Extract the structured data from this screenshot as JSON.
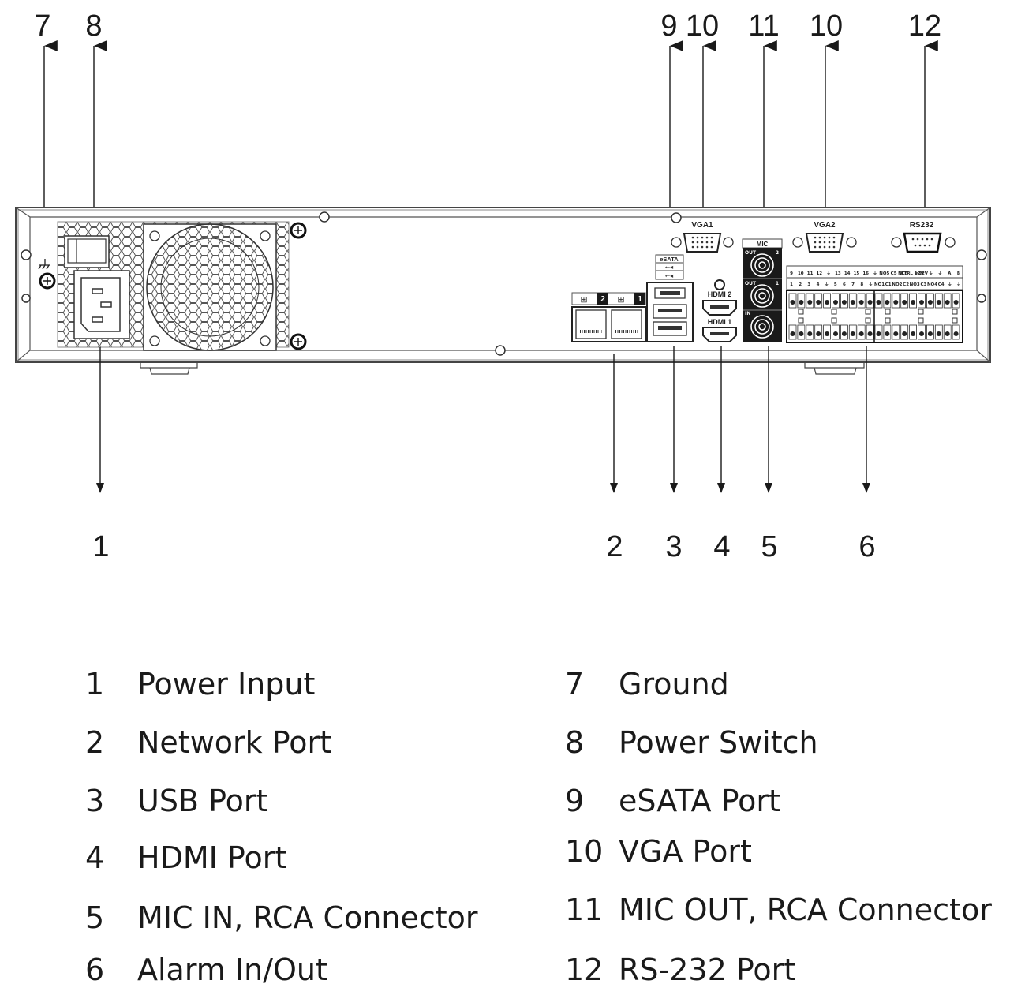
{
  "title": "NVR Rear Panel",
  "top_callouts": [
    "7",
    "8",
    "9",
    "10",
    "11",
    "10",
    "12"
  ],
  "bottom_callouts": [
    "1",
    "2",
    "3",
    "4",
    "5",
    "6"
  ],
  "panel_labels": {
    "vga1": "VGA1",
    "vga2": "VGA2",
    "rs232": "RS232",
    "mic": "MIC",
    "mic_out2": "OUT",
    "mic_out2_num": "2",
    "mic_out1": "OUT",
    "mic_out1_num": "1",
    "mic_in": "IN",
    "esata": "eSATA",
    "hdmi2": "HDMI 2",
    "hdmi1": "HDMI 1",
    "lan2": "2",
    "lan1": "1"
  },
  "alarm_terminal_labels": {
    "top_row": [
      "9",
      "10",
      "11",
      "12",
      "⏚",
      "13",
      "14",
      "15",
      "16",
      "⏚",
      "NO5",
      "C5",
      "NC5",
      "CTRL 12V",
      "⎓12V",
      "⏚",
      "⏚",
      "A",
      "B"
    ],
    "bottom_row": [
      "1",
      "2",
      "3",
      "4",
      "⏚",
      "5",
      "6",
      "7",
      "8",
      "⏚",
      "NO1",
      "C1",
      "NO2",
      "C2",
      "NO3",
      "C3",
      "NO4",
      "C4",
      "⏚",
      "⏚"
    ]
  },
  "legend_left": [
    {
      "num": "1",
      "label": "Power Input"
    },
    {
      "num": "2",
      "label": "Network Port"
    },
    {
      "num": "3",
      "label": "USB Port"
    },
    {
      "num": "4",
      "label": "HDMI Port"
    },
    {
      "num": "5",
      "label": "MIC IN, RCA Connector"
    },
    {
      "num": "6",
      "label": "Alarm In/Out"
    }
  ],
  "legend_right": [
    {
      "num": "7",
      "label": "Ground"
    },
    {
      "num": "8",
      "label": "Power Switch"
    },
    {
      "num": "9",
      "label": "eSATA Port"
    },
    {
      "num": "10",
      "label": "VGA Port"
    },
    {
      "num": "11",
      "label": "MIC OUT, RCA Connector"
    },
    {
      "num": "12",
      "label": "RS-232 Port"
    }
  ]
}
